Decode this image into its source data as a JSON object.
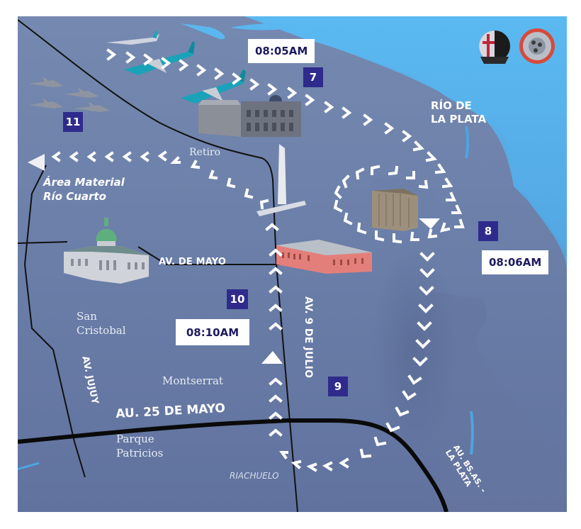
{
  "map": {
    "colors": {
      "land": "#6a7fa8",
      "land_dark": "#5e6f9a",
      "water": "#4fa3e0",
      "water_light": "#5bb7ef",
      "badge_bg": "#2e2b8c",
      "time_text": "#1c1a5e",
      "chevron": "#ffffff",
      "road": "#0d0d0d"
    },
    "water_labels": {
      "rio_de_la_plata_line1": "RÍO DE",
      "rio_de_la_plata_line2": "LA PLATA",
      "riachuelo": "RIACHUELO"
    },
    "streets": {
      "av_de_mayo": "AV. DE MAYO",
      "av_9_de_julio": "AV. 9 DE JULIO",
      "av_jujuy": "AV. JUJUY",
      "au_25_de_mayo": "AU. 25 DE MAYO",
      "au_bsas_la_plata_line1": "AU. BS.AS. -",
      "au_bsas_la_plata_line2": "LA PLATA"
    },
    "neighborhoods": {
      "retiro": "Retiro",
      "san_cristobal_line1": "San",
      "san_cristobal_line2": "Cristobal",
      "montserrat": "Montserrat",
      "parque_patricios_line1": "Parque",
      "parque_patricios_line2": "Patricios"
    },
    "destination": {
      "line1": "Área Material",
      "line2": "Río Cuarto"
    },
    "waypoints": [
      {
        "number": "7",
        "time": "08:05AM"
      },
      {
        "number": "8",
        "time": "08:06AM"
      },
      {
        "number": "9",
        "time": ""
      },
      {
        "number": "10",
        "time": "08:10AM"
      },
      {
        "number": "11",
        "time": ""
      }
    ],
    "landmarks": [
      "airliner-formation",
      "fighter-jet-formation",
      "retiro-station",
      "obelisk",
      "congress-building",
      "casa-rosada",
      "edificio-libertador",
      "squadron-emblem-1",
      "squadron-emblem-2"
    ]
  }
}
